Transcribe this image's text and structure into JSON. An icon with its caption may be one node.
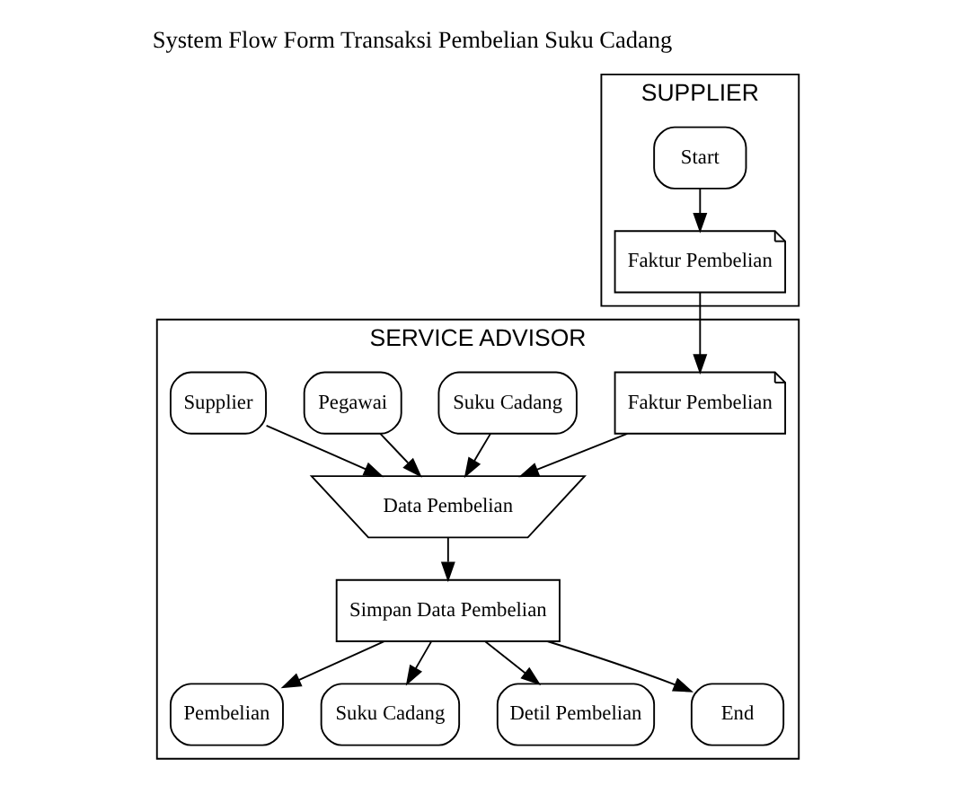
{
  "diagram": {
    "title": "System Flow Form Transaksi Pembelian Suku Cadang",
    "nodes": [
      {
        "text": [
          "SUPPLIER"
        ]
      },
      {
        "text": [
          "SERVICE ADVISOR"
        ]
      },
      {
        "text": [
          "Start"
        ],
        "in": 0
      },
      {
        "text": [
          "Faktur Pembelian"
        ],
        "in": 0
      },
      {
        "text": [
          "Faktur Pembelian"
        ],
        "in": 1
      },
      {
        "text": [
          "Suku Cadang"
        ],
        "in": 1
      },
      {
        "text": [
          "Pegawai"
        ],
        "in": 1
      },
      {
        "text": [
          "Supplier"
        ],
        "in": 1
      },
      {
        "text": [
          "Data Pembelian"
        ],
        "in": 1
      },
      {
        "text": [
          "Simpan Data Pembelian"
        ],
        "in": 1
      },
      {
        "text": [
          "Pembelian"
        ],
        "in": 1
      },
      {
        "text": [
          "Suku Cadang"
        ],
        "in": 1
      },
      {
        "text": [
          "Detil Pembelian"
        ],
        "in": 1
      },
      {
        "text": [
          "End"
        ],
        "in": 1
      }
    ],
    "edges": [
      {
        "from": 2,
        "to": 3,
        "arrow": "to"
      },
      {
        "from": 3,
        "to": 4,
        "arrow": "to"
      },
      {
        "from": 4,
        "to": 8,
        "arrow": "to"
      },
      {
        "from": 5,
        "to": 8,
        "arrow": "to"
      },
      {
        "from": 6,
        "to": 8,
        "arrow": "to"
      },
      {
        "from": 7,
        "to": 8,
        "arrow": "to"
      },
      {
        "from": 8,
        "to": 9,
        "arrow": "to"
      },
      {
        "from": 9,
        "to": 10,
        "arrow": "to"
      },
      {
        "from": 9,
        "to": 11,
        "arrow": "to"
      },
      {
        "from": 9,
        "to": 12,
        "arrow": "to"
      },
      {
        "from": 9,
        "to": 13,
        "arrow": "to"
      }
    ]
  }
}
